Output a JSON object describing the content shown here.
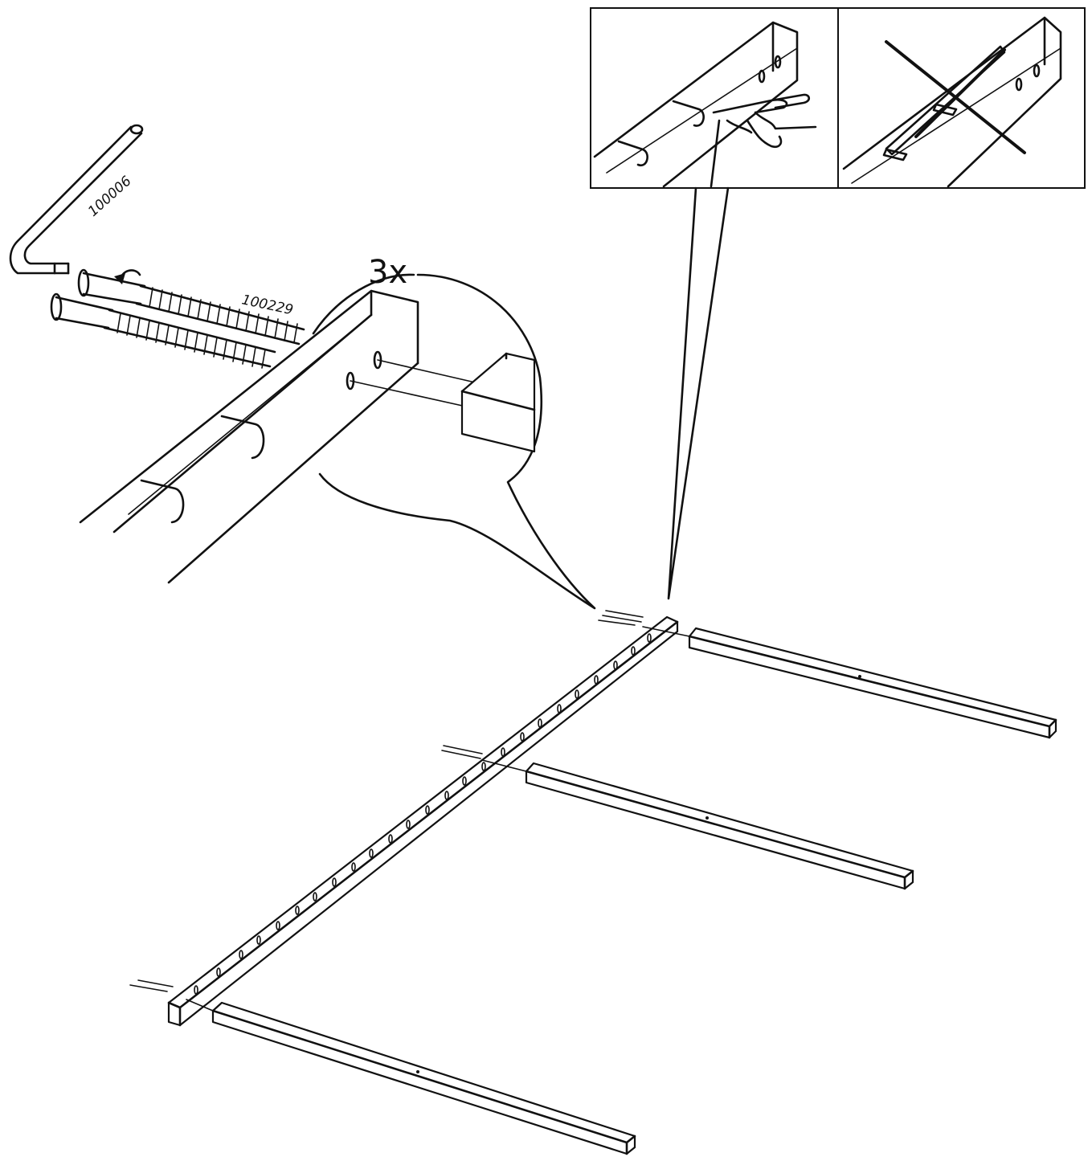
{
  "labels": {
    "key_part_number": "100006",
    "bolt_part_number": "100229",
    "quantity": "3x"
  },
  "icons": {
    "hand": "pointing-hand-icon",
    "wrong": "cross-icon",
    "rotate": "rotate-arrow-icon"
  },
  "colors": {
    "line": "#111111",
    "background": "#ffffff"
  }
}
